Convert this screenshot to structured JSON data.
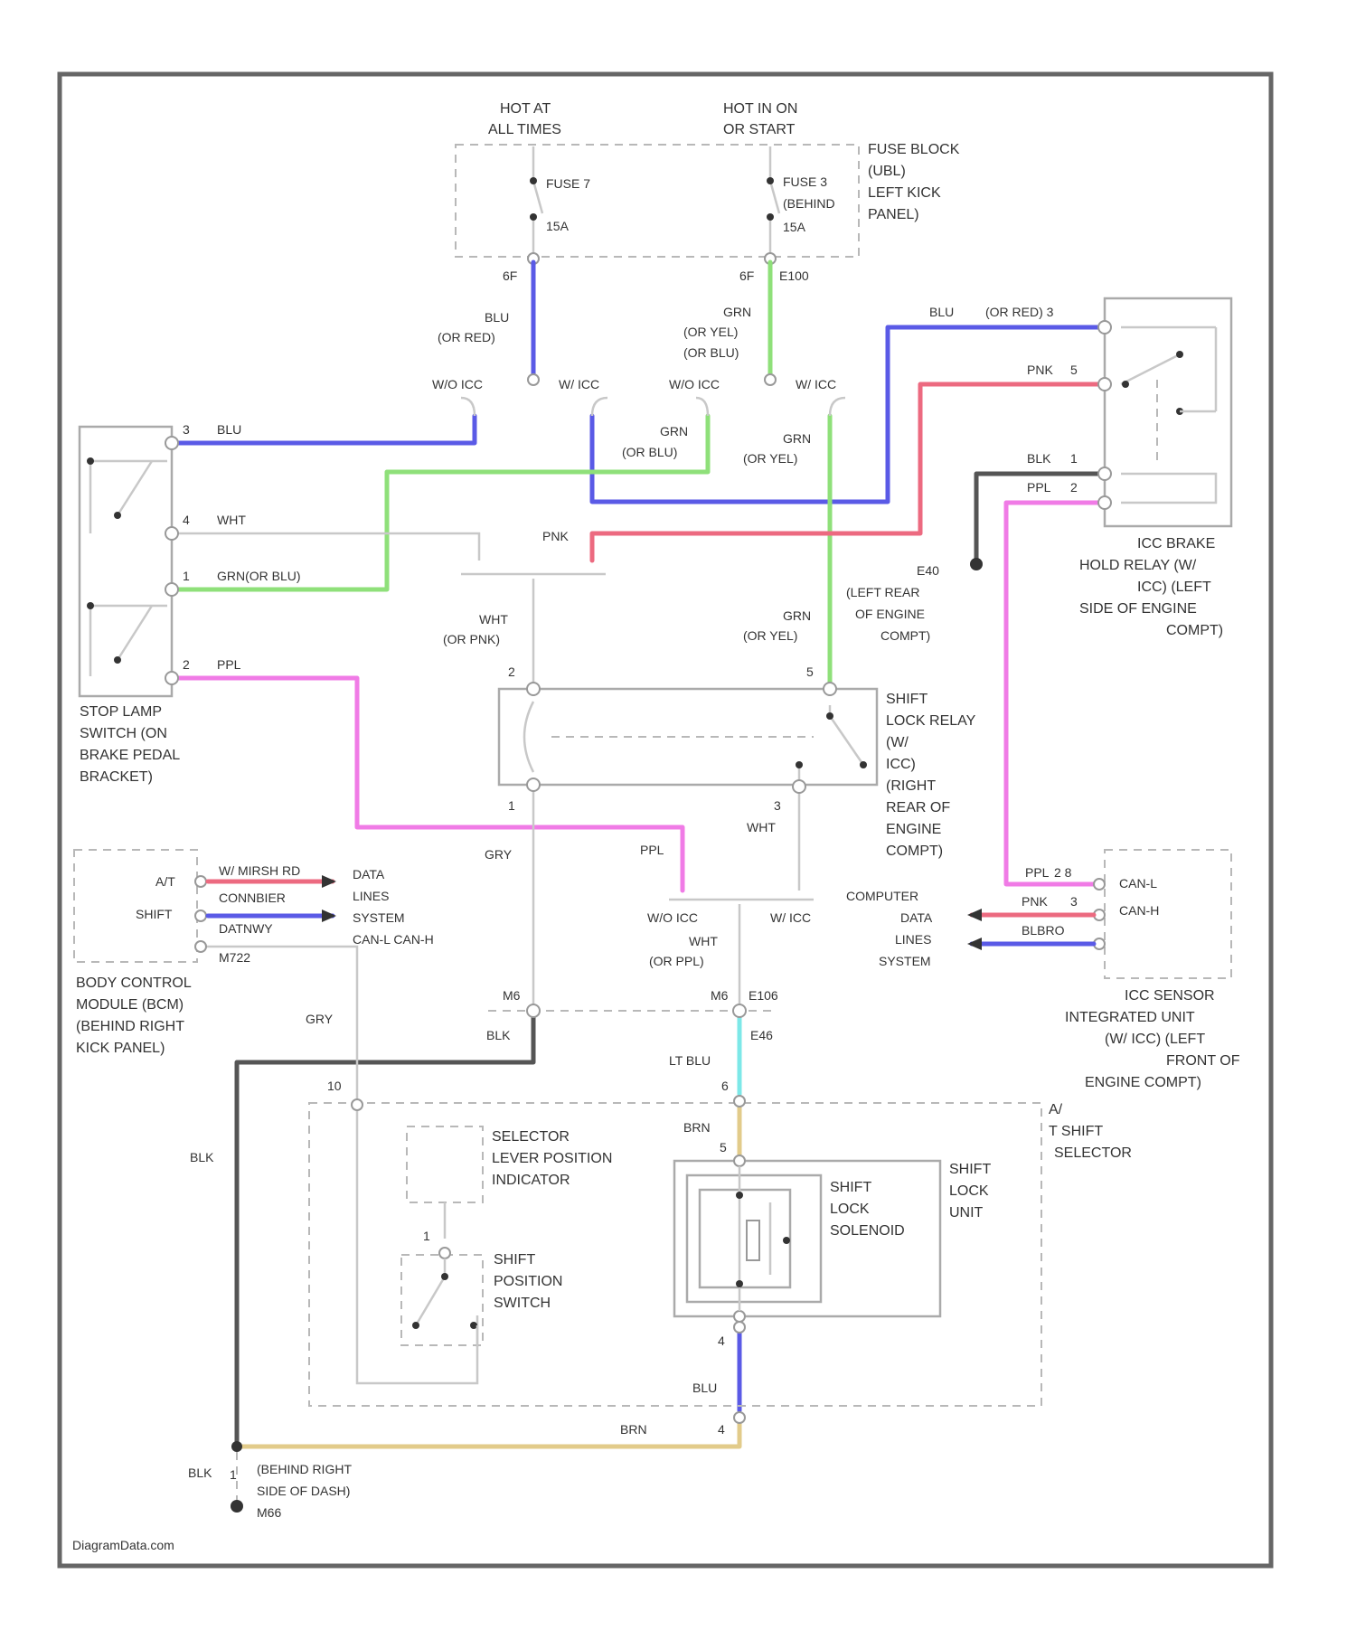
{
  "colors": {
    "blu": "#5a5ae6",
    "grn": "#8fe07a",
    "pnk": "#ec6a80",
    "ppl": "#f07be6",
    "blk": "#555555",
    "wht": "#d9d9d9",
    "gry": "#c4c4c4",
    "lt_blu": "#7de8e8",
    "brn": "#e2cb8a",
    "frame": "#666666"
  },
  "power": {
    "hot_at_all_times": [
      "HOT AT",
      "ALL TIMES"
    ],
    "hot_in_on": [
      "HOT IN ON",
      "OR START"
    ],
    "fuse7": [
      "FUSE 7",
      "15A"
    ],
    "fuse3": [
      "FUSE 3",
      "(BEHIND",
      "15A"
    ],
    "fuse_block": [
      "FUSE BLOCK",
      "(UBL)",
      "LEFT KICK",
      "PANEL)"
    ],
    "pin_6f_a": "6F",
    "pin_6f_b": "6F",
    "junction_e100": "E100"
  },
  "wires": {
    "blu_or_red": [
      "BLU",
      "(OR RED)"
    ],
    "grn_or": [
      "GRN",
      "(OR YEL)",
      "(OR BLU)"
    ],
    "wo_icc_a": "W/O ICC",
    "w_icc_a": "W/ ICC",
    "wo_icc_b": "W/O ICC",
    "w_icc_b": "W/ ICC",
    "grn_or_blu": [
      "GRN",
      "(OR BLU)"
    ],
    "grn_or_yel_a": [
      "GRN",
      "(OR YEL)"
    ],
    "pnk_mid": "PNK",
    "wht_or_pnk": [
      "WHT",
      "(OR PNK)"
    ],
    "grn_or_yel_b": [
      "GRN",
      "(OR YEL)"
    ],
    "gry_mid": "GRY",
    "ppl_mid": "PPL",
    "wht_relay": "WHT",
    "wo_icc_c": "W/O ICC",
    "w_icc_c": "W/ ICC",
    "wht_or_ppl": [
      "WHT",
      "(OR PPL)"
    ],
    "gry_left": "GRY",
    "blk_mid": "BLK",
    "blk_left": "BLK",
    "lt_blu": "LT BLU",
    "brn_top": "BRN",
    "blu_bottom": "BLU",
    "brn_bottom": "BRN",
    "blk_bottom": "BLK"
  },
  "stop_lamp": {
    "w1": "BLU",
    "w2": "WHT",
    "w3": "GRN(OR BLU)",
    "w4": "PPL",
    "p1": "3",
    "p2": "4",
    "p3": "1",
    "p4": "2",
    "label": [
      "STOP LAMP",
      "SWITCH (ON",
      "BRAKE PEDAL",
      "BRACKET)"
    ]
  },
  "icc_relay": {
    "w1": "BLU",
    "w1b": "(OR RED) 3",
    "w2": "PNK",
    "p2": "5",
    "w3": "BLK",
    "p3": "1",
    "w4": "PPL",
    "p4": "2",
    "ground": [
      "E40",
      "(LEFT REAR",
      "OF ENGINE",
      "COMPT)"
    ],
    "label": [
      "ICC BRAKE",
      "HOLD RELAY (W/",
      "ICC) (LEFT",
      "SIDE OF ENGINE",
      "COMPT)"
    ]
  },
  "shift_lock_relay": {
    "p2": "2",
    "p5": "5",
    "p1": "1",
    "p3": "3",
    "label": [
      "SHIFT",
      "LOCK RELAY",
      "(W/",
      "ICC)",
      "(RIGHT",
      "REAR OF",
      "ENGINE",
      "COMPT)"
    ]
  },
  "bcm": {
    "at": "A/T",
    "shift": "SHIFT",
    "wire_top": "W/ MIRSH RD",
    "wire_mid": "CONNBIER",
    "wire_low": "DATNWY",
    "wire_bot": "M722",
    "data_lines": [
      "DATA",
      "LINES",
      "SYSTEM",
      "CAN-L CAN-H"
    ],
    "label": [
      "BODY CONTROL",
      "MODULE (BCM)",
      "(BEHIND RIGHT",
      "KICK PANEL)"
    ]
  },
  "icc_sensor": {
    "w1": "PPL",
    "p1": "2 8",
    "w2": "PNK",
    "p2": "3",
    "w3": "BLBRO",
    "can_l": "CAN-L",
    "can_h": "CAN-H",
    "computer": [
      "COMPUTER",
      "DATA",
      "LINES",
      "SYSTEM"
    ],
    "label": [
      "ICC SENSOR",
      "INTEGRATED UNIT",
      "(W/ ICC) (LEFT",
      "FRONT OF",
      "ENGINE COMPT)"
    ]
  },
  "connectors": {
    "m6_a": "M6",
    "m6_b": "M6",
    "e106": "E106",
    "e46": "E46",
    "pin_10": "10",
    "pin_6": "6",
    "pin_1": "1",
    "pin_5": "5",
    "pin_4a": "4",
    "pin_4b": "4"
  },
  "shift_selector": {
    "label": [
      "A/",
      "T SHIFT",
      "SELECTOR"
    ],
    "indicator": [
      "SELECTOR",
      "LEVER POSITION",
      "INDICATOR"
    ],
    "position_switch": [
      "SHIFT",
      "POSITION",
      "SWITCH"
    ],
    "lock_unit": [
      "SHIFT",
      "LOCK",
      "UNIT"
    ],
    "solenoid": [
      "SHIFT",
      "LOCK",
      "SOLENOID"
    ]
  },
  "ground_bottom": [
    "(BEHIND RIGHT",
    "SIDE OF DASH)",
    "M66"
  ],
  "ground_pin": "1",
  "watermark": "DiagramData.com"
}
